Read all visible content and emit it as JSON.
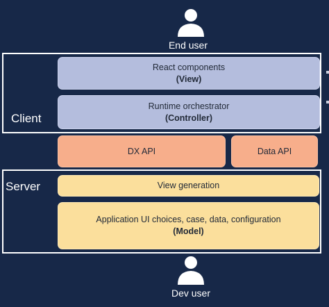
{
  "top_user": {
    "label": "End user",
    "icon": "person-icon"
  },
  "bottom_user": {
    "label": "Dev user",
    "icon": "person-icon"
  },
  "client": {
    "label": "Client",
    "view": {
      "title": "React components",
      "sub": "(View)"
    },
    "controller": {
      "title": "Runtime orchestrator",
      "sub": "(Controller)"
    }
  },
  "apis": {
    "dx": "DX API",
    "data": "Data API"
  },
  "server": {
    "label": "Server",
    "view_generation": "View generation",
    "model": {
      "title": "Application UI choices, case, data, configuration",
      "sub": "(Model)"
    }
  },
  "colors": {
    "background": "#172848",
    "client_boxes": "#b4bddd",
    "api_boxes": "#f7ae8b",
    "server_boxes": "#fbdf9c"
  }
}
